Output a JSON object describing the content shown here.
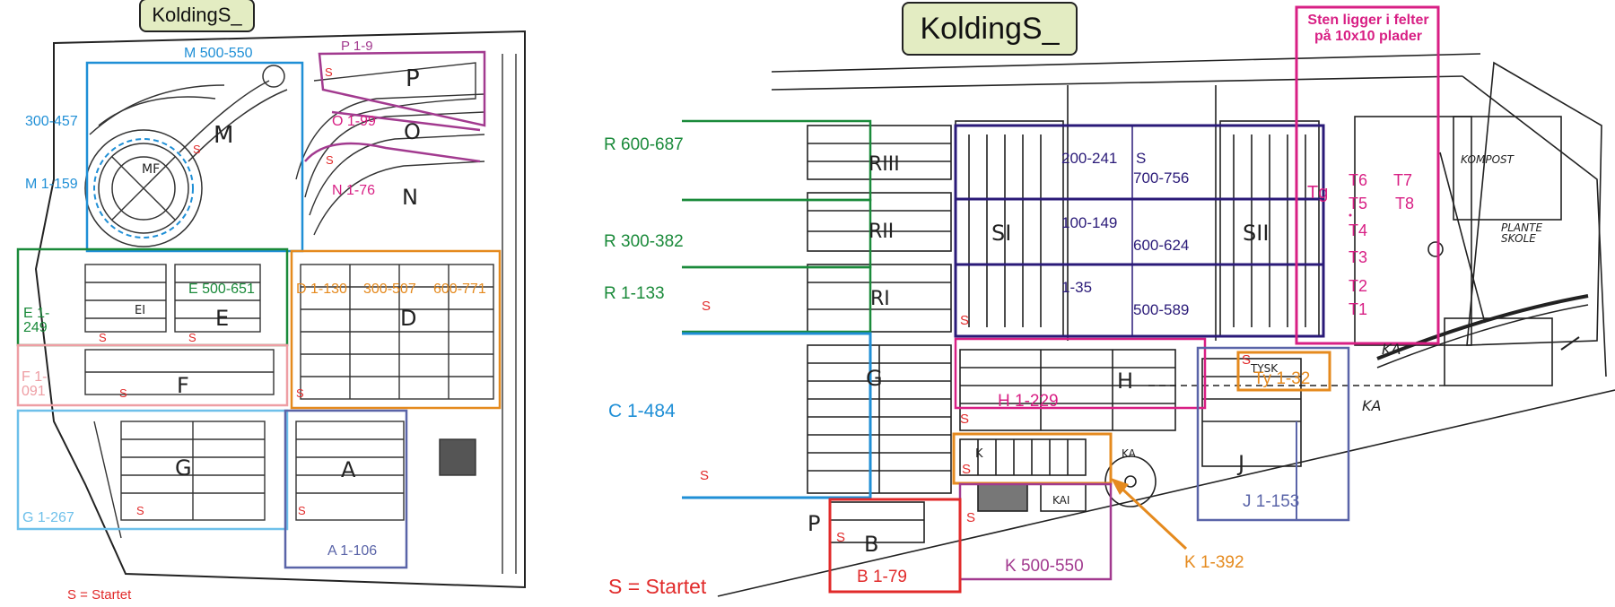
{
  "colors": {
    "green": "#1a8a3a",
    "blue": "#1f8fd6",
    "orange": "#e58a1e",
    "purple": "#a23a8f",
    "magenta": "#d81f84",
    "red": "#e12a2a",
    "pink": "#ee9ea4",
    "lightblue": "#6ec0ea",
    "slate": "#5a64a8",
    "navy": "#2a1a78",
    "violet": "#6a2b8a"
  },
  "left": {
    "title": "KoldingS_",
    "legend": "S = Startet",
    "labels": {
      "m500": "M 500-550",
      "p": "P 1-9",
      "m300": "300-457",
      "m1": "M 1-159",
      "o": "O 1-99",
      "n": "N 1-76",
      "e500": "E 500-651",
      "e1": "E 1-\n249",
      "d1": "D 1-130",
      "d300": "300-507",
      "d600": "600-771",
      "f": "F 1-\n091",
      "g": "G 1-267",
      "a": "A 1-106"
    },
    "map_letters": {
      "P": "P",
      "O": "O",
      "M": "M",
      "MF": "MF",
      "N": "N",
      "E": "E",
      "EI": "EI",
      "D": "D",
      "F": "F",
      "G": "G",
      "A": "A"
    },
    "s_marker": "S"
  },
  "right": {
    "title": "KoldingS_",
    "note": "Sten ligger i felter\npå 10x10 plader",
    "legend": "S = Startet",
    "labels": {
      "r600": "R 600-687",
      "r300": "R 300-382",
      "r1": "R 1-133",
      "c": "C 1-484",
      "b": "B 1-79",
      "k500": "K 500-550",
      "k1": "K 1-392",
      "h": "H 1-229",
      "ty": "Ty 1-32",
      "j": "J 1-153",
      "s200": "200-241",
      "s100": "100-149",
      "s1": "1-35",
      "s_s": "S",
      "s700": "700-756",
      "s600": "600-624",
      "s500": "500-589",
      "tg": "Tg",
      "t6": "T6",
      "t5": "T5",
      "t4": "T4",
      "t3": "T3",
      "t2": "T2",
      "t1": "T1",
      "t7": "T7",
      "t8": "T8"
    },
    "map_letters": {
      "RIII": "RIII",
      "RII": "RII",
      "RI": "RI",
      "SI": "SI",
      "SII": "SII",
      "G": "G",
      "H": "H",
      "J": "J",
      "B": "B",
      "P": "P",
      "K": "K",
      "KA": "KA",
      "KAI": "KAI",
      "KAII": "KA",
      "TYSK": "TYSK",
      "KOMPOST": "KOMPOST",
      "PLANTE": "PLANTE\nSKOLE",
      "KAIII": "KA"
    },
    "s_marker": "S"
  }
}
